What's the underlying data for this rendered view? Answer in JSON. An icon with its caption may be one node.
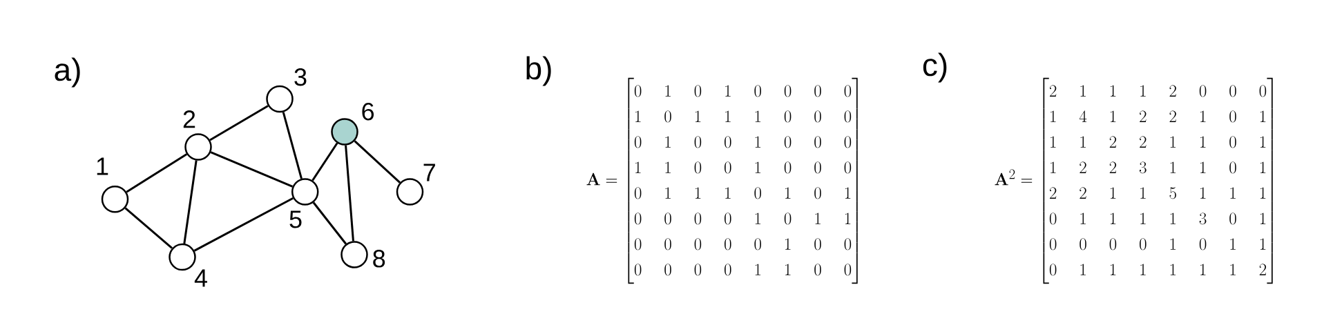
{
  "diagram": {
    "nodes": [
      {
        "text": [],
        "shape": "circle",
        "beside": [
          "1"
        ]
      },
      {
        "text": [],
        "shape": "circle",
        "beside": [
          "2"
        ]
      },
      {
        "text": [],
        "shape": "circle",
        "beside": [
          "3"
        ]
      },
      {
        "text": [],
        "shape": "circle",
        "beside": [
          "4"
        ]
      },
      {
        "text": [],
        "shape": "circle",
        "beside": [
          "5"
        ]
      },
      {
        "text": [],
        "shape": "circle",
        "beside": [
          "6"
        ]
      },
      {
        "text": [],
        "shape": "circle",
        "beside": [
          "7"
        ]
      },
      {
        "text": [],
        "shape": "circle",
        "beside": [
          "8"
        ]
      }
    ],
    "edges": [
      {
        "from": 0,
        "to": 1,
        "arrow": "none"
      },
      {
        "from": 0,
        "to": 3,
        "arrow": "none"
      },
      {
        "from": 1,
        "to": 2,
        "arrow": "none"
      },
      {
        "from": 1,
        "to": 3,
        "arrow": "none"
      },
      {
        "from": 1,
        "to": 4,
        "arrow": "none"
      },
      {
        "from": 2,
        "to": 4,
        "arrow": "none"
      },
      {
        "from": 3,
        "to": 4,
        "arrow": "none"
      },
      {
        "from": 4,
        "to": 5,
        "arrow": "none"
      },
      {
        "from": 4,
        "to": 7,
        "arrow": "none"
      },
      {
        "from": 5,
        "to": 6,
        "arrow": "none"
      },
      {
        "from": 5,
        "to": 7,
        "arrow": "none"
      }
    ],
    "labels": [
      "a)",
      "b)",
      "c)",
      "\\mathbf{A} = \\begin{bmatrix}0&1&0&1&0&0&0&0\\\\1&0&1&1&1&0&0&0\\\\0&1&0&0&1&0&0&0\\\\1&1&0&0&1&0&0&0\\\\0&1&1&1&0&1&0&1\\\\0&0&0&0&1&0&1&1\\\\0&0&0&0&0&1&0&0\\\\0&0&0&0&1&1&0&0\\end{bmatrix}",
      "\\mathbf{A}^2 = \\begin{bmatrix}2&1&1&1&2&0&0&0\\\\1&4&1&2&2&1&0&1\\\\1&1&2&2&1&1&0&1\\\\1&2&2&3&1&1&0&1\\\\2&2&1&1&5&1&1&1\\\\0&1&1&1&1&3&0&1\\\\0&0&0&0&1&0&1&1\\\\0&1&1&1&1&1&1&2\\end{bmatrix}"
    ]
  }
}
